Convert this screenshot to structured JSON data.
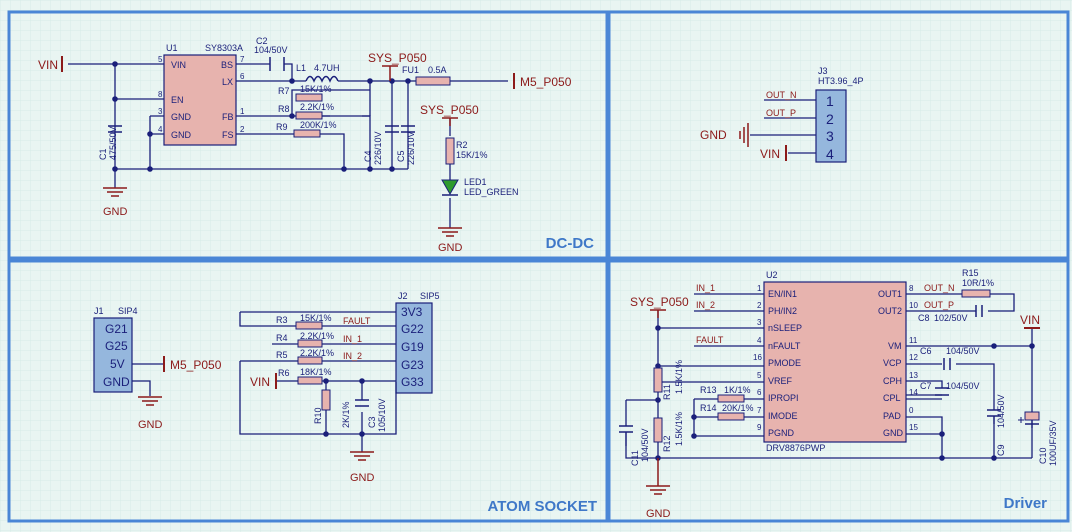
{
  "colors": {
    "wire": "#1a1f7a",
    "red": "#8c1a1a",
    "frame": "#4a86d6",
    "chip": "#e7b3ae",
    "conn": "#95b7dd",
    "led": "#2e9b2e",
    "grid": "#d6ece8"
  },
  "sections": {
    "dcdc": "DC-DC",
    "atom": "ATOM SOCKET",
    "driver": "Driver"
  },
  "dcdc": {
    "vin": "VIN",
    "u1_ref": "U1",
    "u1_part": "SY8303A",
    "u1_pins": {
      "vin": "VIN",
      "en": "EN",
      "gnd1": "GND",
      "gnd2": "GND",
      "bs": "BS",
      "lx": "LX",
      "fb": "FB",
      "fs": "FS"
    },
    "u1_pinnums": [
      "5",
      "8",
      "3",
      "4",
      "7",
      "6",
      "1",
      "2"
    ],
    "c2_ref": "C2",
    "c2_val": "104/50V",
    "l1_ref": "L1",
    "l1_val": "4.7UH",
    "sys": "SYS_P050",
    "fu1_ref": "FU1",
    "fu1_val": "0.5A",
    "m5": "M5_P050",
    "r7": "R7",
    "r7_val": "15K/1%",
    "r8": "R8",
    "r8_val": "2.2K/1%",
    "r9": "R9",
    "r9_val": "200K/1%",
    "c1_ref": "C1",
    "c1_val": "475/50V",
    "c4_ref": "C4",
    "c4_val": "226/10V",
    "c5_ref": "C5",
    "c5_val": "226/10V",
    "sys2": "SYS_P050",
    "r2": "R2",
    "r2_val": "15K/1%",
    "led_ref": "LED1",
    "led_val": "LED_GREEN",
    "gnd": "GND",
    "gnd2": "GND"
  },
  "j3": {
    "ref": "J3",
    "part": "HT3.96_4P",
    "pins": [
      "1",
      "2",
      "3",
      "4"
    ],
    "out_n": "OUT_N",
    "out_p": "OUT_P",
    "gnd": "GND",
    "vin": "VIN"
  },
  "atom": {
    "j1_ref": "J1",
    "j1_part": "SIP4",
    "j1_pins": [
      "G21",
      "G25",
      "5V",
      "GND"
    ],
    "m5": "M5_P050",
    "gnd": "GND",
    "j2_ref": "J2",
    "j2_part": "SIP5",
    "j2_pins": [
      "3V3",
      "G22",
      "G19",
      "G23",
      "G33"
    ],
    "r3": "R3",
    "r3_val": "15K/1%",
    "r4": "R4",
    "r4_val": "2.2K/1%",
    "r5": "R5",
    "r5_val": "2.2K/1%",
    "r6": "R6",
    "r6_val": "18K/1%",
    "fault": "FAULT",
    "in1": "IN_1",
    "in2": "IN_2",
    "vin": "VIN",
    "r10": "R10",
    "r10_val": "2K/1%",
    "c3": "C3",
    "c3_val": "105/10V",
    "gnd2": "GND"
  },
  "driver": {
    "u2_ref": "U2",
    "u2_part": "DRV8876PWP",
    "left_pins": [
      "EN/IN1",
      "PH/IN2",
      "nSLEEP",
      "nFAULT",
      "PMODE",
      "VREF",
      "IPROPI",
      "IMODE",
      "PGND"
    ],
    "left_nums": [
      "1",
      "2",
      "3",
      "4",
      "16",
      "5",
      "6",
      "7",
      "9"
    ],
    "right_pins": [
      "OUT1",
      "OUT2",
      "VM",
      "VCP",
      "CPH",
      "CPL",
      "PAD",
      "GND"
    ],
    "right_nums": [
      "8",
      "10",
      "11",
      "12",
      "13",
      "14",
      "0",
      "15"
    ],
    "in1": "IN_1",
    "in2": "IN_2",
    "sys": "SYS_P050",
    "fault": "FAULT",
    "r15": "R15",
    "r15_val": "10R/1%",
    "out_n": "OUT_N",
    "out_p": "OUT_P",
    "c8": "C8",
    "c8_val": "102/50V",
    "vin": "VIN",
    "c6": "C6",
    "c6_val": "104/50V",
    "c7": "C7",
    "c7_val": "104/50V",
    "r11": "R11",
    "r11_val": "1.5K/1%",
    "r12": "R12",
    "r12_val": "1.5K/1%",
    "r13": "R13",
    "r13_val": "1K/1%",
    "r14": "R14",
    "r14_val": "20K/1%",
    "c11": "C11",
    "c11_val": "104/50V",
    "c9": "C9",
    "c9_val": "104/50V",
    "c10": "C10",
    "c10_val": "100UF/35V",
    "gnd": "GND"
  }
}
